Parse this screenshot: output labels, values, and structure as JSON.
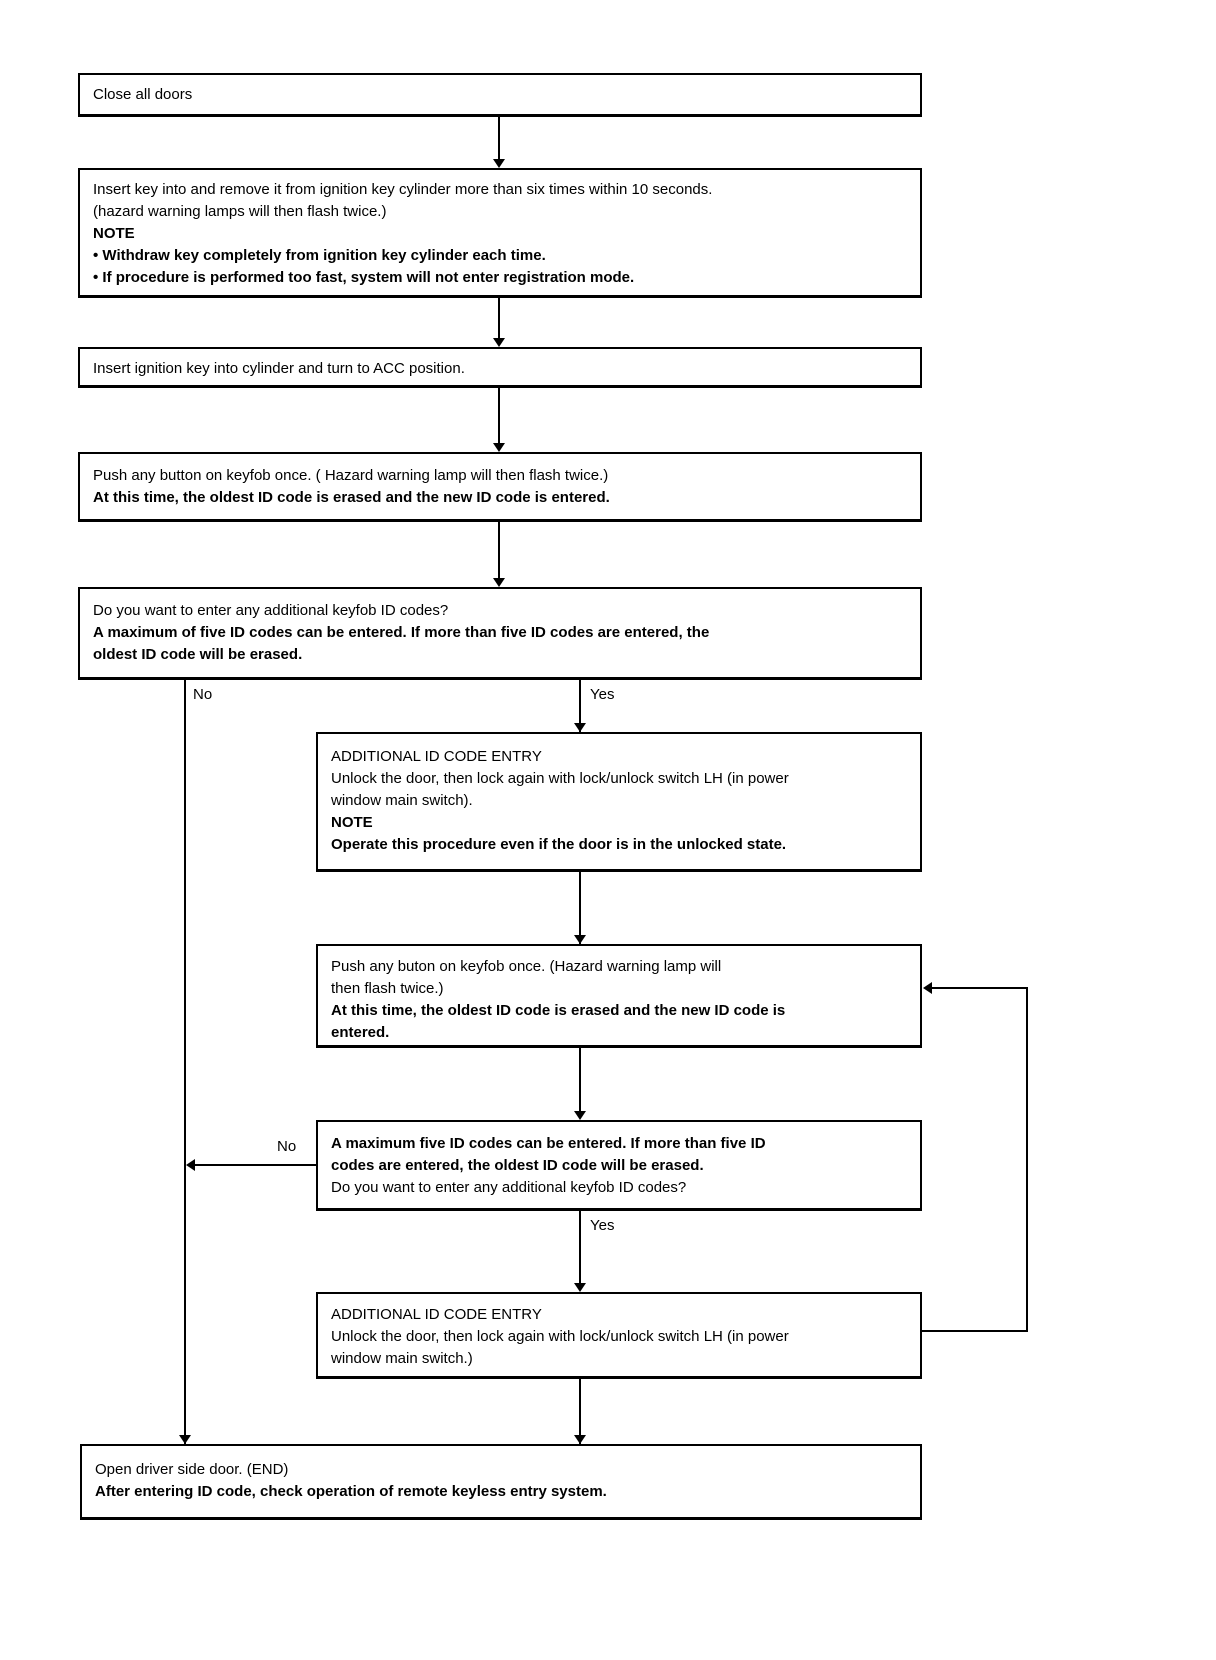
{
  "nodes": {
    "close_doors": {
      "lines": [
        "Close all doors"
      ]
    },
    "insert_remove_key": {
      "lines": [
        "Insert key into and remove it from ignition key cylinder more than six times within 10 seconds.",
        "(hazard warning lamps will then flash twice.)",
        "NOTE",
        "• Withdraw key completely from ignition key cylinder each time.",
        "• If procedure is performed too fast, system will not enter registration mode."
      ]
    },
    "turn_acc": {
      "lines": [
        "Insert ignition key into cylinder and turn to ACC position."
      ]
    },
    "push_keyfob_first": {
      "lines": [
        "Push any button on keyfob once. ( Hazard warning lamp will then flash twice.)",
        "At this time, the oldest ID code is erased and the new ID code is entered."
      ]
    },
    "decision_first": {
      "lines": [
        "Do you want to enter any additional keyfob ID codes?",
        "A maximum of five ID codes can be entered. If more than five ID codes are entered, the",
        "oldest ID code will be erased."
      ]
    },
    "additional_entry_1": {
      "lines": [
        "ADDITIONAL ID CODE ENTRY",
        "Unlock the door, then lock again with lock/unlock switch LH (in power",
        "window main switch).",
        "NOTE",
        "Operate this procedure even if the door is in the unlocked state."
      ]
    },
    "push_keyfob_loop": {
      "lines": [
        "Push any buton on keyfob once. (Hazard warning lamp will",
        "then flash twice.)",
        "At this time, the oldest ID code is erased and the new ID code is",
        "entered."
      ]
    },
    "decision_loop": {
      "lines": [
        "A maximum five ID codes can be entered. If more than five ID",
        "codes are entered, the oldest ID code will be erased.",
        "Do you want to enter any additional keyfob ID codes?"
      ]
    },
    "additional_entry_2": {
      "lines": [
        "ADDITIONAL ID CODE ENTRY",
        "Unlock the door, then lock again with lock/unlock switch LH (in power",
        "window main switch.)"
      ]
    },
    "end": {
      "lines": [
        "Open driver side door. (END)",
        "After entering ID code, check operation of remote keyless entry system."
      ]
    }
  },
  "branch_labels": {
    "no_1": "No",
    "yes_1": "Yes",
    "no_2": "No",
    "yes_2": "Yes"
  },
  "colors": {
    "line": "#000000",
    "background": "#ffffff",
    "text": "#000000"
  }
}
